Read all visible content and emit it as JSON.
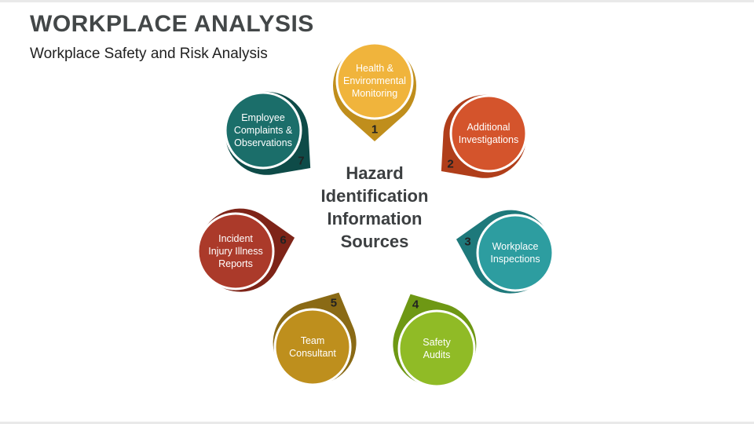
{
  "slide": {
    "title": "WORKPLACE ANALYSIS",
    "subtitle": "Workplace Safety and Risk Analysis",
    "center_title": "Hazard\nIdentification\nInformation\nSources"
  },
  "diagram": {
    "nodes": [
      {
        "number": "1",
        "label": "Health &\nEnvironmental\nMonitoring",
        "color": "#F0B43C",
        "tail_color": "#C08E1C"
      },
      {
        "number": "2",
        "label": "Additional\nInvestigations",
        "color": "#D4542C",
        "tail_color": "#B03E1A"
      },
      {
        "number": "3",
        "label": "Workplace\nInspections",
        "color": "#2D9DA0",
        "tail_color": "#1E797B"
      },
      {
        "number": "4",
        "label": "Safety\nAudits",
        "color": "#90BB26",
        "tail_color": "#6E9814"
      },
      {
        "number": "5",
        "label": "Team\nConsultant",
        "color": "#BE8F1D",
        "tail_color": "#8A6A15"
      },
      {
        "number": "6",
        "label": "Incident\nInjury Illness\nReports",
        "color": "#AB3A2A",
        "tail_color": "#7E2418"
      },
      {
        "number": "7",
        "label": "Employee\nComplaints &\nObservations",
        "color": "#1B6E6A",
        "tail_color": "#0E4B48"
      }
    ]
  }
}
